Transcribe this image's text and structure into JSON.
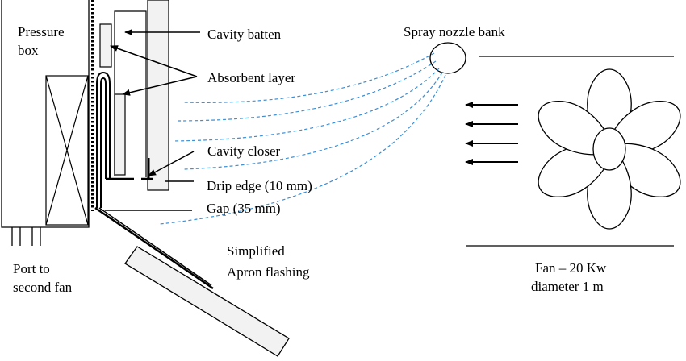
{
  "labels": {
    "pressure_box_1": "Pressure",
    "pressure_box_2": "box",
    "port_1": "Port to",
    "port_2": "second fan",
    "cavity_batten": "Cavity batten",
    "absorbent_layer": "Absorbent layer",
    "cavity_closer": "Cavity closer",
    "drip_edge": "Drip edge (10 mm)",
    "gap": "Gap (35 mm)",
    "apron_1": "Simplified",
    "apron_2": "Apron flashing",
    "spray_nozzle": "Spray nozzle bank",
    "fan_1": "Fan – 20 Kw",
    "fan_2": "diameter 1 m"
  },
  "colors": {
    "line": "#000000",
    "spray": "#3a8fd6",
    "panel_fill": "#f2f2f2"
  },
  "fan": {
    "blade_count": 6
  }
}
